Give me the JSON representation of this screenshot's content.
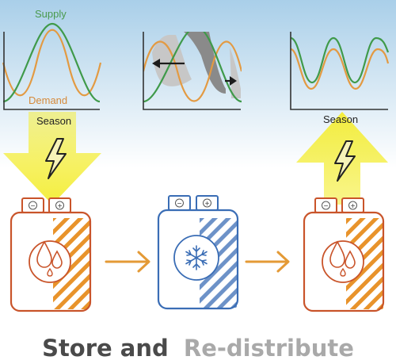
{
  "labels": {
    "supply": "Supply",
    "demand": "Demand",
    "season_left": "Season",
    "season_right": "Season"
  },
  "title": {
    "part1": "Store and",
    "part2": "Re-distribute"
  },
  "batteries": {
    "terminal_minus": "−",
    "terminal_plus": "+"
  },
  "colors": {
    "supply_line": "#3f9a4a",
    "demand_line": "#e39a42",
    "label_supply": "#4a9a4e",
    "label_demand": "#d58a3b",
    "hot_battery": "#c9542a",
    "hot_stripes": "#e8932b",
    "cold_battery": "#3a6db5",
    "cold_stripes": "#6d92c8",
    "arrow_yellow": "#f4ee3e",
    "flow_arrow": "#e49a36",
    "title_dark": "#4a4a4a",
    "title_light": "#a9a9a9"
  }
}
